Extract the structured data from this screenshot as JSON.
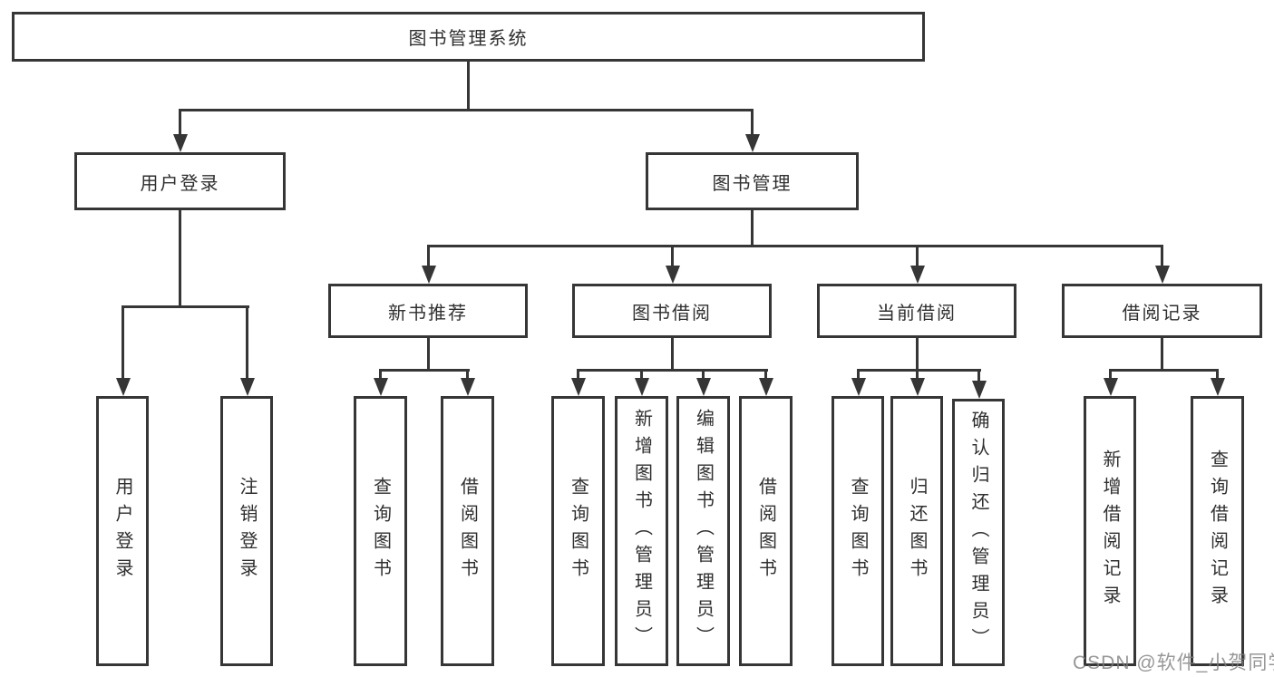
{
  "tree": {
    "root": "图书管理系统",
    "user_login": {
      "label": "用户登录",
      "children": [
        "用户登录",
        "注销登录"
      ]
    },
    "book_mgmt": {
      "label": "图书管理",
      "groups": [
        {
          "label": "新书推荐",
          "children": [
            "查询图书",
            "借阅图书"
          ]
        },
        {
          "label": "图书借阅",
          "children": [
            "查询图书",
            "新增图书（管理员）",
            "编辑图书（管理员）",
            "借阅图书"
          ]
        },
        {
          "label": "当前借阅",
          "children": [
            "查询图书",
            "归还图书",
            "确认归还（管理员）"
          ]
        },
        {
          "label": "借阅记录",
          "children": [
            "新增借阅记录",
            "查询借阅记录"
          ]
        }
      ]
    }
  },
  "watermark": "CSDN @软件_小贺同学",
  "colors": {
    "line": "#363636",
    "text": "#2f2f2f",
    "watermark": "#7d7d7d",
    "background": "#ffffff"
  }
}
